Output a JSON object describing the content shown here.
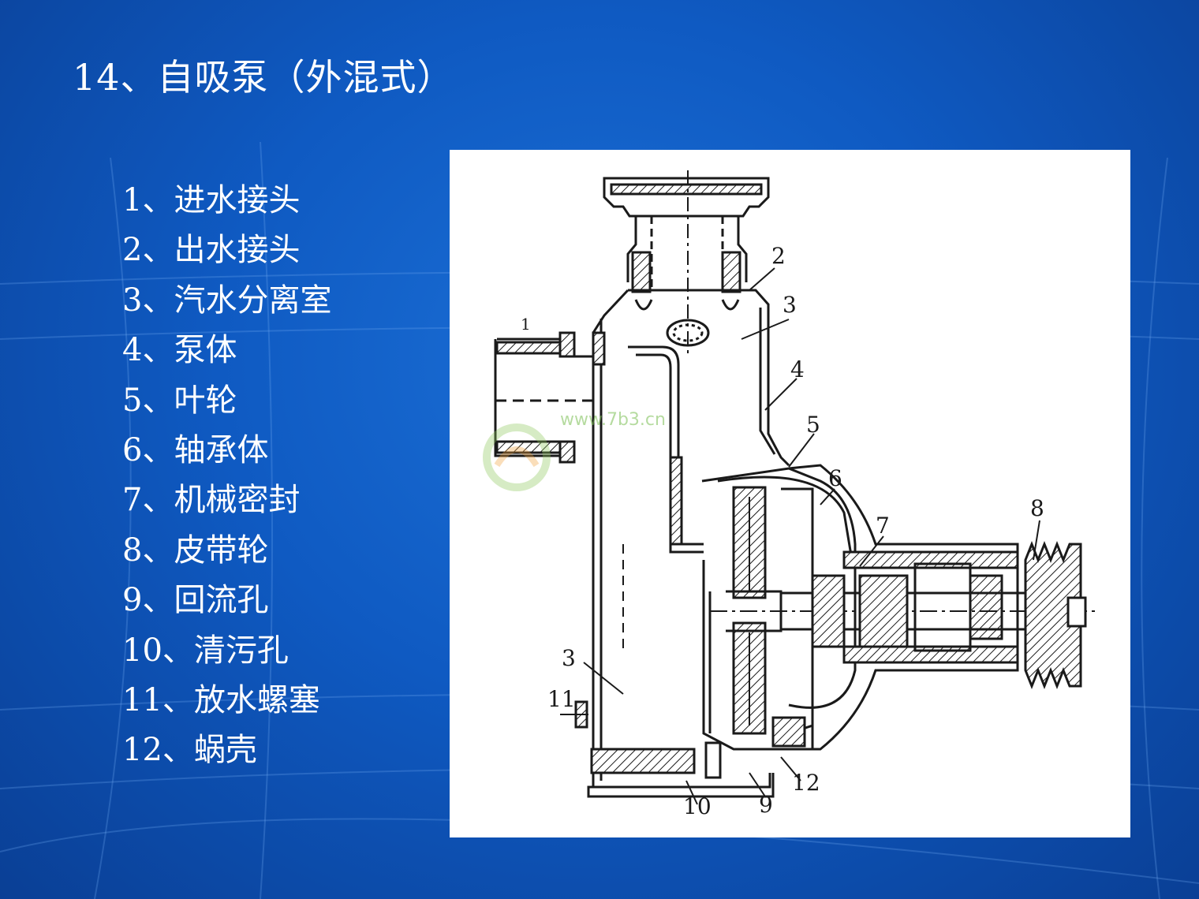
{
  "slide": {
    "title": "14、自吸泵（外混式）",
    "legend": [
      "1、进水接头",
      "2、出水接头",
      "3、汽水分离室",
      "4、泵体",
      "5、叶轮",
      "6、轴承体",
      "7、机械密封",
      "8、皮带轮",
      "9、回流孔",
      "10、清污孔",
      "11、放水螺塞",
      "12、蜗壳"
    ]
  },
  "diagram": {
    "callouts": [
      "1",
      "2",
      "3",
      "4",
      "5",
      "6",
      "7",
      "8",
      "3",
      "11",
      "10",
      "9",
      "12"
    ],
    "watermark_url": "www.7b3.cn"
  },
  "colors": {
    "background": "#0f5ac2",
    "text": "#ffffff",
    "panel": "#ffffff",
    "ink": "#1a1a1a"
  }
}
